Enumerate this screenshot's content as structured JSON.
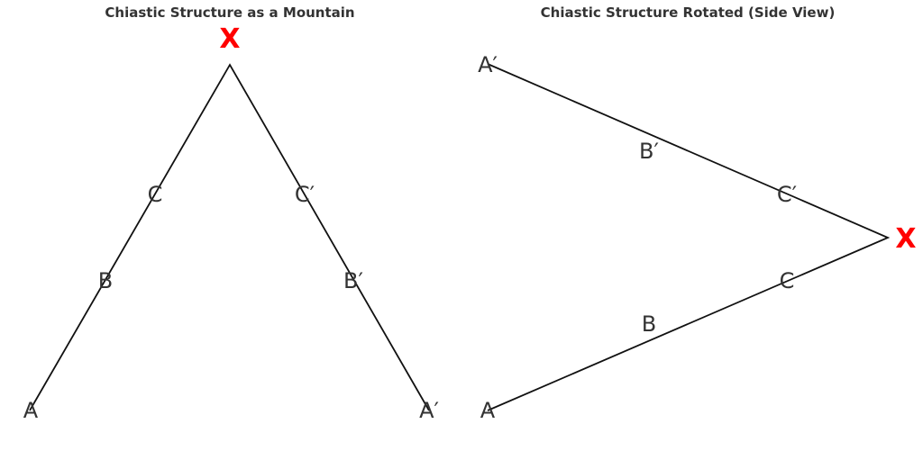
{
  "colors": {
    "apex": "#ff0000",
    "text": "#333333",
    "line": "#111111"
  },
  "left_panel": {
    "title": "Chiastic Structure as a Mountain",
    "labels": {
      "X": "X",
      "C": "C",
      "C_prime": "C′",
      "B": "B",
      "B_prime": "B′",
      "A": "A",
      "A_prime": "A′"
    }
  },
  "right_panel": {
    "title": "Chiastic Structure Rotated (Side View)",
    "labels": {
      "A_prime": "A′",
      "B_prime": "B′",
      "C_prime": "C′",
      "X": "X",
      "C": "C",
      "B": "B",
      "A": "A"
    }
  }
}
